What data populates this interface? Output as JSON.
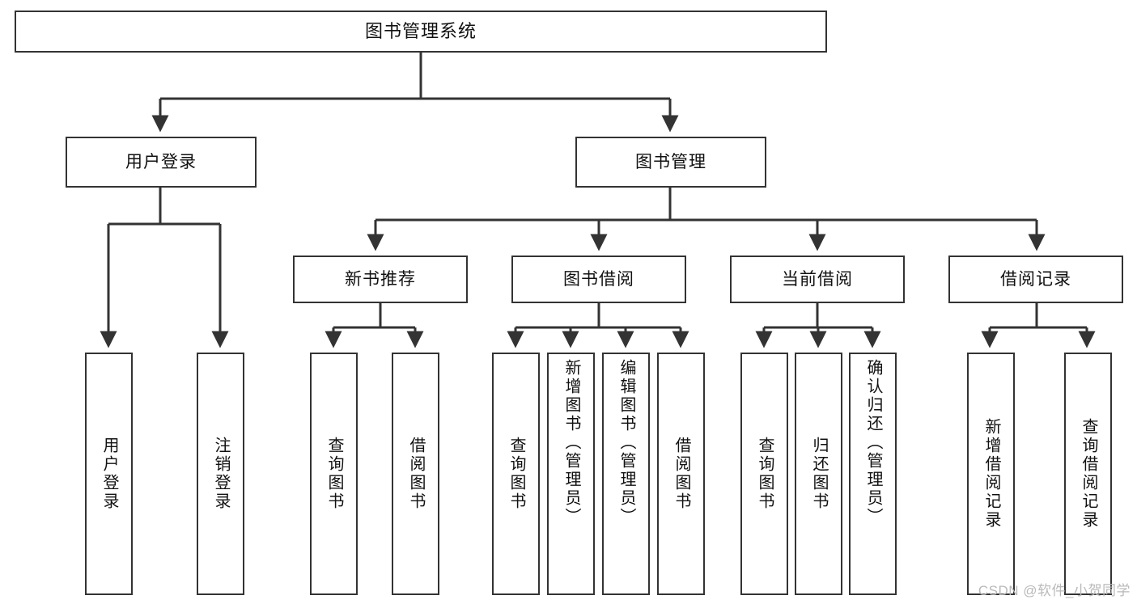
{
  "diagram": {
    "title": "图书管理系统",
    "type": "tree",
    "root": {
      "label": "图书管理系统"
    },
    "level2": [
      {
        "id": "user-login",
        "label": "用户登录"
      },
      {
        "id": "book-management",
        "label": "图书管理"
      }
    ],
    "level3": [
      {
        "id": "new-book-recommend",
        "label": "新书推荐"
      },
      {
        "id": "book-borrow",
        "label": "图书借阅"
      },
      {
        "id": "current-borrow",
        "label": "当前借阅"
      },
      {
        "id": "borrow-record",
        "label": "借阅记录"
      }
    ],
    "leaves": {
      "user_login": [
        {
          "id": "leaf-user-login",
          "label": "用户登录"
        },
        {
          "id": "leaf-logout",
          "label": "注销登录"
        }
      ],
      "new_book_recommend": [
        {
          "id": "leaf-query-book-1",
          "label": "查询图书"
        },
        {
          "id": "leaf-borrow-book-1",
          "label": "借阅图书"
        }
      ],
      "book_borrow": [
        {
          "id": "leaf-query-book-2",
          "label": "查询图书"
        },
        {
          "id": "leaf-add-book",
          "label": "新增图书（管理员）"
        },
        {
          "id": "leaf-edit-book",
          "label": "编辑图书（管理员）"
        },
        {
          "id": "leaf-borrow-book-2",
          "label": "借阅图书"
        }
      ],
      "current_borrow": [
        {
          "id": "leaf-query-book-3",
          "label": "查询图书"
        },
        {
          "id": "leaf-return-book",
          "label": "归还图书"
        },
        {
          "id": "leaf-confirm-return",
          "label": "确认归还（管理员）"
        }
      ],
      "borrow_record": [
        {
          "id": "leaf-add-record",
          "label": "新增借阅记录"
        },
        {
          "id": "leaf-query-record",
          "label": "查询借阅记录"
        }
      ]
    }
  },
  "watermark": {
    "text": "CSDN @软件_小贺同学"
  },
  "colors": {
    "border": "#333333",
    "text": "#111111",
    "background": "#ffffff",
    "watermark": "#b9b9b9"
  }
}
